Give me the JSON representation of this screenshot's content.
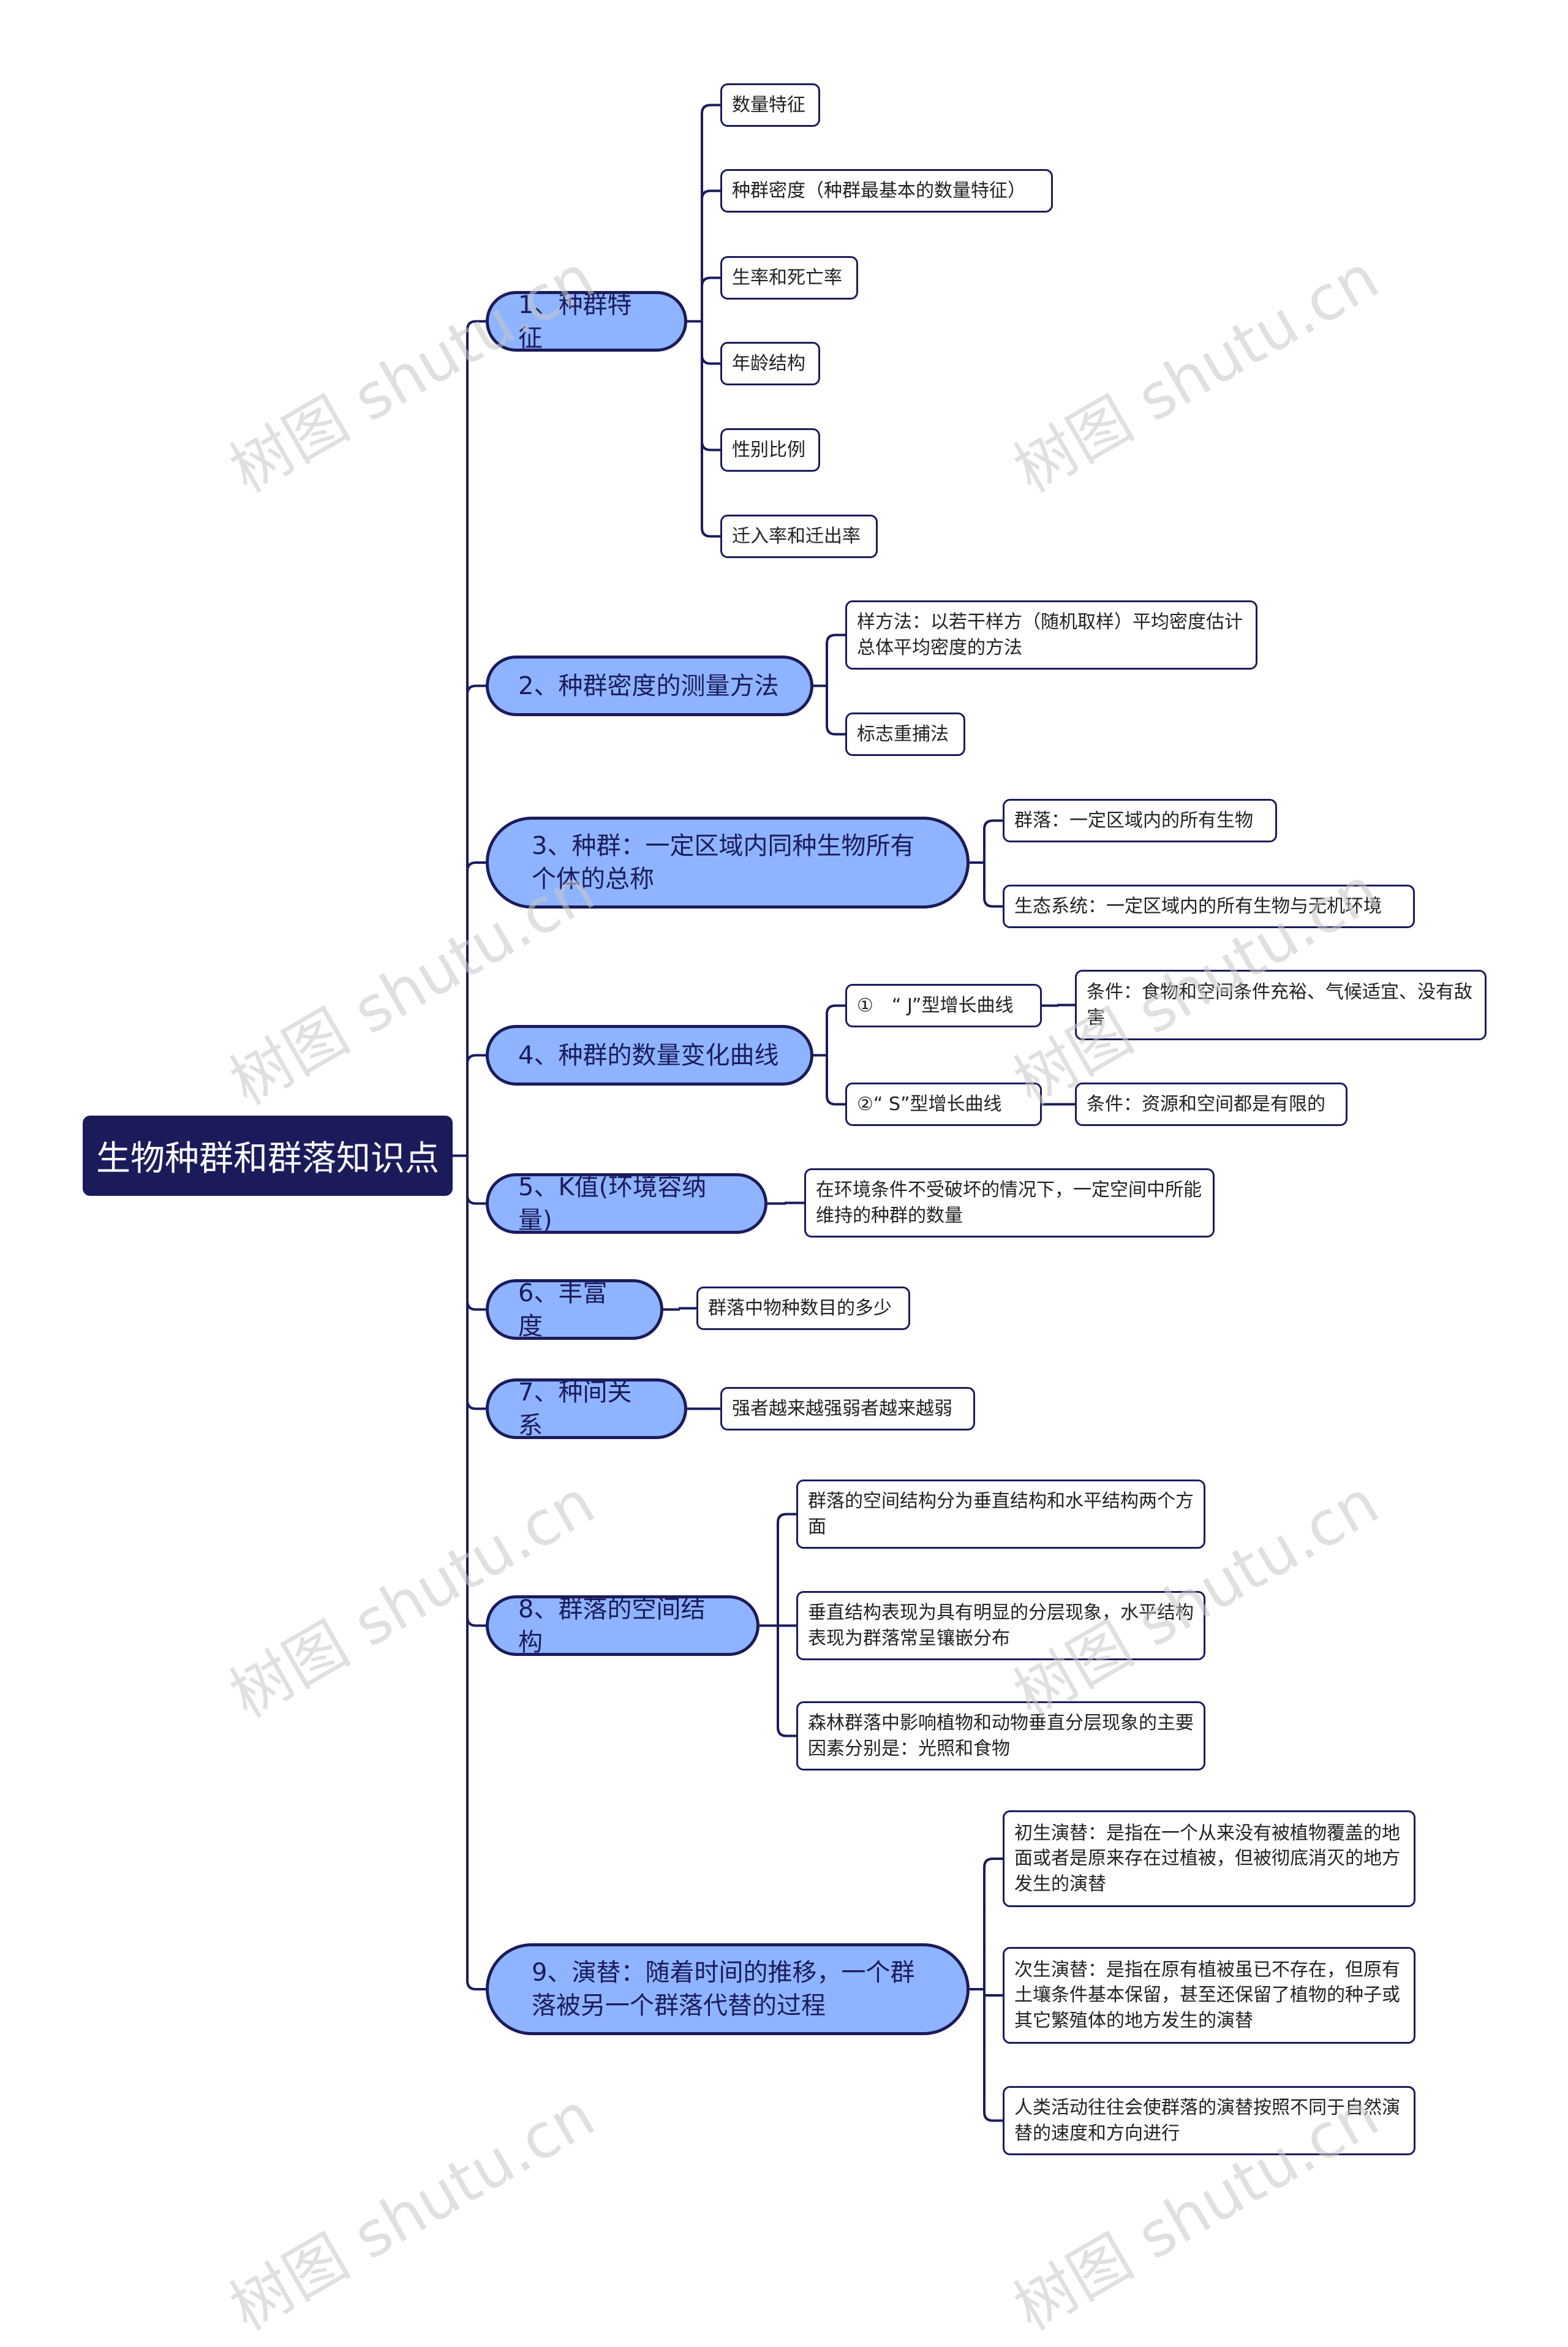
{
  "root": {
    "label": "生物种群和群落知识点"
  },
  "branches": [
    {
      "label": "1、种群特征",
      "children": [
        "数量特征",
        "种群密度（种群最基本的数量特征）",
        "生率和死亡率",
        "年龄结构",
        "性别比例",
        "迁入率和迁出率"
      ]
    },
    {
      "label": "2、种群密度的测量方法",
      "children": [
        "样方法：以若干样方（随机取样）平均密度估计总体平均密度的方法",
        "标志重捕法"
      ]
    },
    {
      "label": "3、种群：一定区域内同种生物所有个体的总称",
      "children": [
        "群落：一定区域内的所有生物",
        "生态系统：一定区域内的所有生物与无机环境"
      ]
    },
    {
      "label": "4、种群的数量变化曲线",
      "children": [
        {
          "label": "①　“ J”型增长曲线",
          "child": "条件：食物和空间条件充裕、气候适宜、没有敌害"
        },
        {
          "label": "②“ S”型增长曲线",
          "child": "条件：资源和空间都是有限的"
        }
      ]
    },
    {
      "label": "5、K值(环境容纳量)",
      "children": [
        "在环境条件不受破坏的情况下，一定空间中所能维持的种群的数量"
      ]
    },
    {
      "label": "6、丰富度",
      "children": [
        "群落中物种数目的多少"
      ]
    },
    {
      "label": "7、种间关系",
      "children": [
        "强者越来越强弱者越来越弱"
      ]
    },
    {
      "label": "8、群落的空间结构",
      "children": [
        "群落的空间结构分为垂直结构和水平结构两个方面",
        "垂直结构表现为具有明显的分层现象，水平结构表现为群落常呈镶嵌分布",
        "森林群落中影响植物和动物垂直分层现象的主要因素分别是：光照和食物"
      ]
    },
    {
      "label": "9、演替：随着时间的推移，一个群落被另一个群落代替的过程",
      "children": [
        "初生演替：是指在一个从来没有被植物覆盖的地面或者是原来存在过植被，但被彻底消灭的地方发生的演替",
        "次生演替：是指在原有植被虽已不存在，但原有土壤条件基本保留，甚至还保留了植物的种子或其它繁殖体的地方发生的演替",
        "人类活动往往会使群落的演替按照不同于自然演替的速度和方向进行"
      ]
    }
  ],
  "watermark": "树图 shutu.cn",
  "colors": {
    "dark": "#1b1b5c",
    "branch_fill": "#8fb4ff",
    "leaf_fill": "#ffffff"
  }
}
